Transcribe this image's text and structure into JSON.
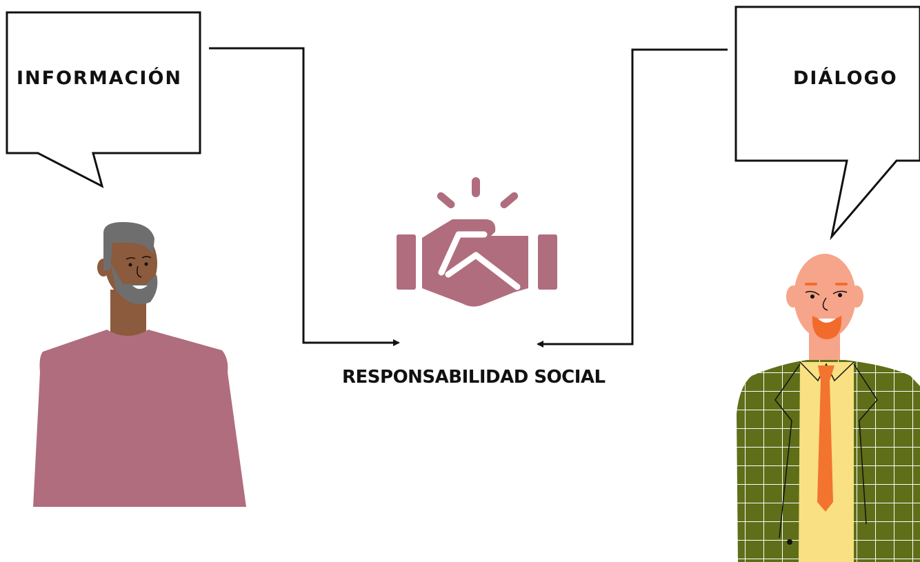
{
  "bubbles": {
    "left": "INFORMACIÓN",
    "right": "DIÁLOGO"
  },
  "center": {
    "label": "RESPONSABILIDAD SOCIAL",
    "icon": "handshake-icon"
  },
  "colors": {
    "accent": "#b06d7e",
    "skin_dark": "#8c5a3c",
    "hair_gray": "#6e6e6e",
    "skin_light": "#f6a48a",
    "beard_orange": "#f36b2c",
    "jacket_green": "#5f6e18",
    "shirt_yellow": "#f8e083",
    "tie_orange": "#f2742f",
    "line": "#111111"
  }
}
